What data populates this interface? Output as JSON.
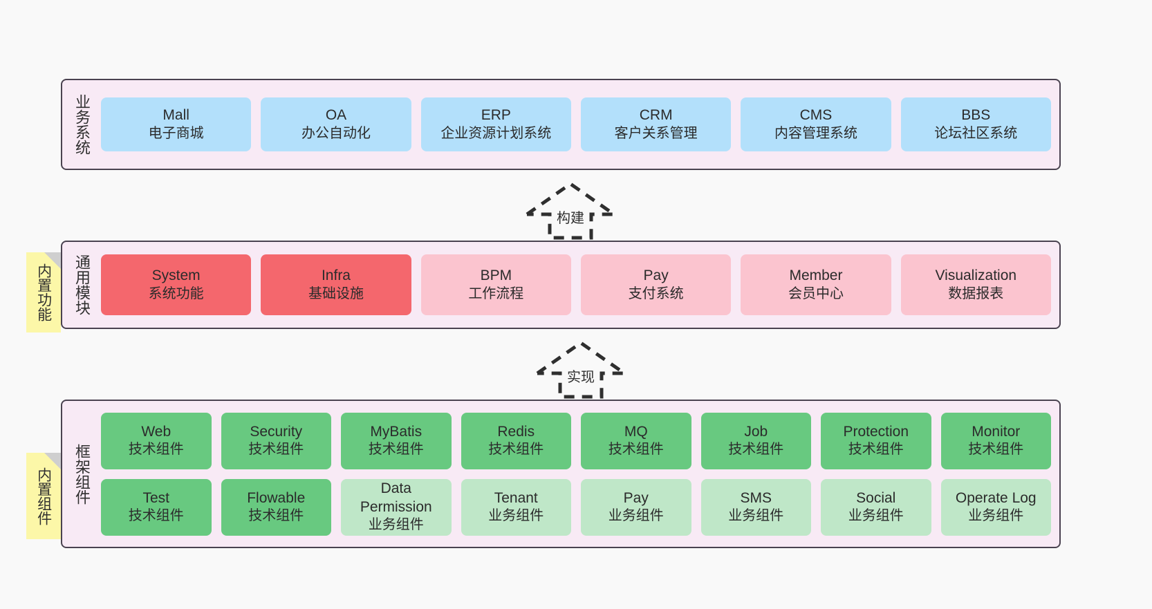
{
  "diagram": {
    "background_color": "#f9f9f9",
    "layer_bg_color": "#f8eaf5",
    "layer_border_color": "#4a4250",
    "note_color": "#fcf7a8",
    "colors": {
      "blue": "#b3e0fb",
      "red": "#f4676d",
      "pink": "#fbc4cf",
      "green": "#68c980",
      "light_green": "#bfe7c8"
    }
  },
  "business_layer": {
    "title": "业务系统",
    "cards": [
      {
        "name": "Mall",
        "desc": "电子商城"
      },
      {
        "name": "OA",
        "desc": "办公自动化"
      },
      {
        "name": "ERP",
        "desc": "企业资源计划系统"
      },
      {
        "name": "CRM",
        "desc": "客户关系管理"
      },
      {
        "name": "CMS",
        "desc": "内容管理系统"
      },
      {
        "name": "BBS",
        "desc": "论坛社区系统"
      }
    ]
  },
  "arrow_build": {
    "label": "构建"
  },
  "module_layer": {
    "title": "通用模块",
    "note": "内置功能",
    "cards": [
      {
        "name": "System",
        "desc": "系统功能",
        "color": "red"
      },
      {
        "name": "Infra",
        "desc": "基础设施",
        "color": "red"
      },
      {
        "name": "BPM",
        "desc": "工作流程",
        "color": "pink"
      },
      {
        "name": "Pay",
        "desc": "支付系统",
        "color": "pink"
      },
      {
        "name": "Member",
        "desc": "会员中心",
        "color": "pink"
      },
      {
        "name": "Visualization",
        "desc": "数据报表",
        "color": "pink"
      }
    ]
  },
  "arrow_impl": {
    "label": "实现"
  },
  "framework_layer": {
    "title": "框架组件",
    "note": "内置组件",
    "row1": [
      {
        "name": "Web",
        "desc": "技术组件",
        "color": "green"
      },
      {
        "name": "Security",
        "desc": "技术组件",
        "color": "green"
      },
      {
        "name": "MyBatis",
        "desc": "技术组件",
        "color": "green"
      },
      {
        "name": "Redis",
        "desc": "技术组件",
        "color": "green"
      },
      {
        "name": "MQ",
        "desc": "技术组件",
        "color": "green"
      },
      {
        "name": "Job",
        "desc": "技术组件",
        "color": "green"
      },
      {
        "name": "Protection",
        "desc": "技术组件",
        "color": "green"
      },
      {
        "name": "Monitor",
        "desc": "技术组件",
        "color": "green"
      }
    ],
    "row2": [
      {
        "name": "Test",
        "desc": "技术组件",
        "color": "green"
      },
      {
        "name": "Flowable",
        "desc": "技术组件",
        "color": "green"
      },
      {
        "name": "Data Permission",
        "desc": "业务组件",
        "color": "light_green"
      },
      {
        "name": "Tenant",
        "desc": "业务组件",
        "color": "light_green"
      },
      {
        "name": "Pay",
        "desc": "业务组件",
        "color": "light_green"
      },
      {
        "name": "SMS",
        "desc": "业务组件",
        "color": "light_green"
      },
      {
        "name": "Social",
        "desc": "业务组件",
        "color": "light_green"
      },
      {
        "name": "Operate Log",
        "desc": "业务组件",
        "color": "light_green"
      }
    ]
  }
}
